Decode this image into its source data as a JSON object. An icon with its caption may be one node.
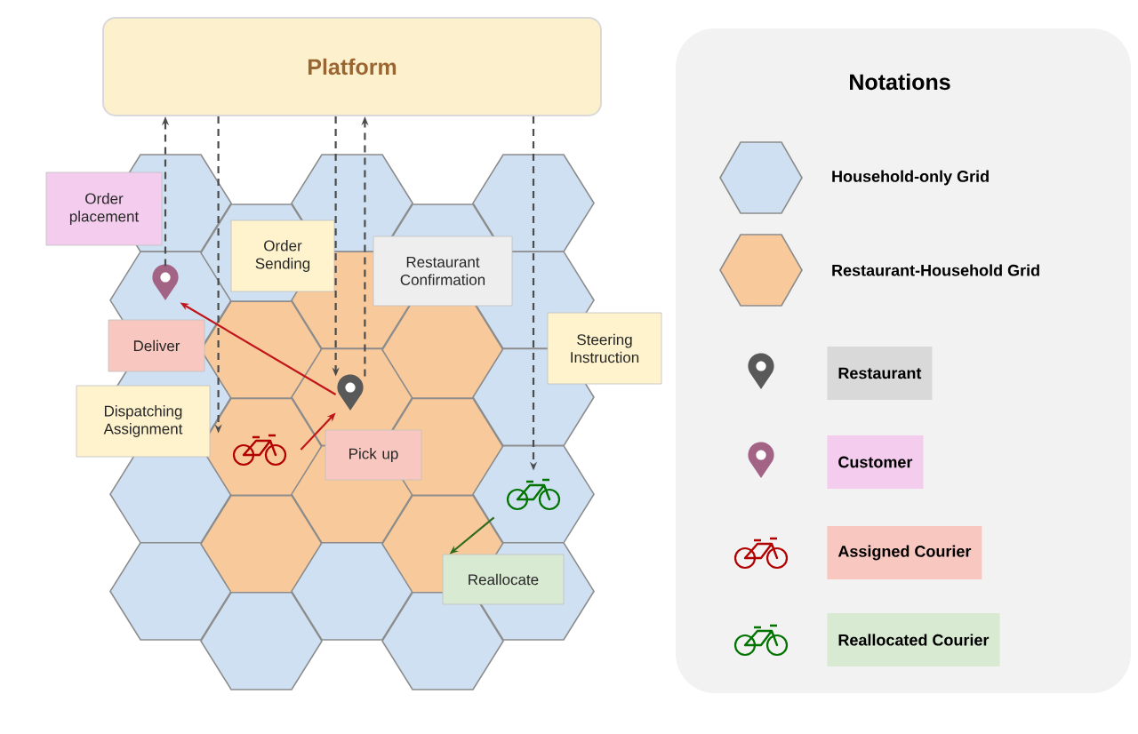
{
  "diagram": {
    "nodes": [
      {
        "text": [
          "Platform"
        ]
      },
      {
        "text": [
          "Order placement"
        ]
      },
      {
        "text": [
          "Order Sending"
        ]
      },
      {
        "text": [
          "Restaurant Confirmation"
        ]
      },
      {
        "text": [],
        "shape": "pin"
      },
      {
        "text": [
          "Deliver"
        ]
      },
      {
        "text": [
          "Steering Instruction"
        ]
      },
      {
        "text": [],
        "shape": "pin"
      },
      {
        "text": [
          "Dispatching Assignment"
        ]
      },
      {
        "text": [],
        "shape": "bicycle"
      },
      {
        "text": [
          "Pick up"
        ]
      },
      {
        "text": [],
        "shape": "bicycle"
      },
      {
        "text": [
          "Reallocate"
        ]
      }
    ],
    "edges": [
      {
        "from": 4,
        "to": 0,
        "arrow": "to",
        "style": "dashed"
      },
      {
        "from": 0,
        "to": 9,
        "arrow": "to",
        "style": "dashed"
      },
      {
        "from": 0,
        "to": 7,
        "arrow": "to",
        "style": "dashed"
      },
      {
        "from": 7,
        "to": 0,
        "arrow": "to",
        "style": "dashed"
      },
      {
        "from": 0,
        "to": 11,
        "arrow": "to",
        "style": "dashed"
      },
      {
        "from": 7,
        "to": 4,
        "arrow": "to",
        "color": "#c0161b"
      },
      {
        "from": 9,
        "to": 7,
        "arrow": "to",
        "color": "#c0161b"
      },
      {
        "from": 11,
        "to": 12,
        "arrow": "to",
        "color": "#2e6b1f"
      }
    ],
    "labels": [
      "Notations"
    ],
    "legend": [
      {
        "text": "Household-only Grid",
        "color": "#cfe0f2"
      },
      {
        "text": "Restaurant-Household Grid",
        "color": "#f8c99b"
      },
      {
        "text": "Restaurant"
      },
      {
        "text": "Customer"
      },
      {
        "text": "Assigned Courier"
      },
      {
        "text": "Reallocated Courier"
      }
    ]
  }
}
